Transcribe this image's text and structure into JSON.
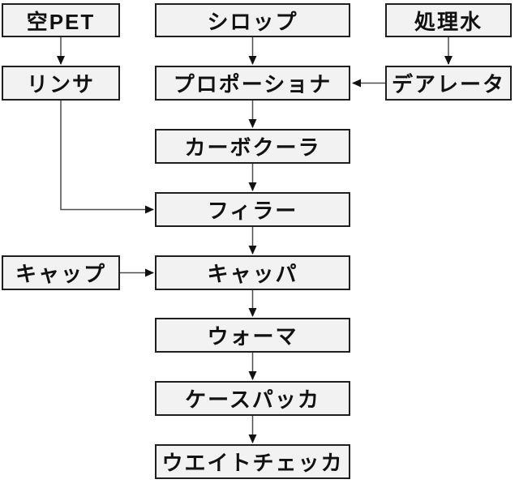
{
  "diagram": {
    "nodes": {
      "empty_pet": {
        "label": "空PET"
      },
      "syrup": {
        "label": "シロップ"
      },
      "treated_water": {
        "label": "処理水"
      },
      "rinser": {
        "label": "リンサ"
      },
      "proportioner": {
        "label": "プロポーショナ"
      },
      "deaerator": {
        "label": "デアレータ"
      },
      "carbo_cooler": {
        "label": "カーボクーラ"
      },
      "filler": {
        "label": "フィラー"
      },
      "cap": {
        "label": "キャップ"
      },
      "capper": {
        "label": "キャッパ"
      },
      "warmer": {
        "label": "ウォーマ"
      },
      "case_packer": {
        "label": "ケースパッカ"
      },
      "weight_checker": {
        "label": "ウエイトチェッカ"
      }
    },
    "edges": [
      {
        "from": "empty_pet",
        "to": "rinser"
      },
      {
        "from": "syrup",
        "to": "proportioner"
      },
      {
        "from": "treated_water",
        "to": "deaerator"
      },
      {
        "from": "deaerator",
        "to": "proportioner"
      },
      {
        "from": "proportioner",
        "to": "carbo_cooler"
      },
      {
        "from": "carbo_cooler",
        "to": "filler"
      },
      {
        "from": "rinser",
        "to": "filler"
      },
      {
        "from": "filler",
        "to": "capper"
      },
      {
        "from": "cap",
        "to": "capper"
      },
      {
        "from": "capper",
        "to": "warmer"
      },
      {
        "from": "warmer",
        "to": "case_packer"
      },
      {
        "from": "case_packer",
        "to": "weight_checker"
      }
    ],
    "colors": {
      "background": "#ffffff",
      "node_fill": "#f2f2f2",
      "node_border": "#1f1f1f",
      "arrow_line": "#4d4d4d",
      "arrow_head": "#111111",
      "text": "#111111"
    }
  }
}
